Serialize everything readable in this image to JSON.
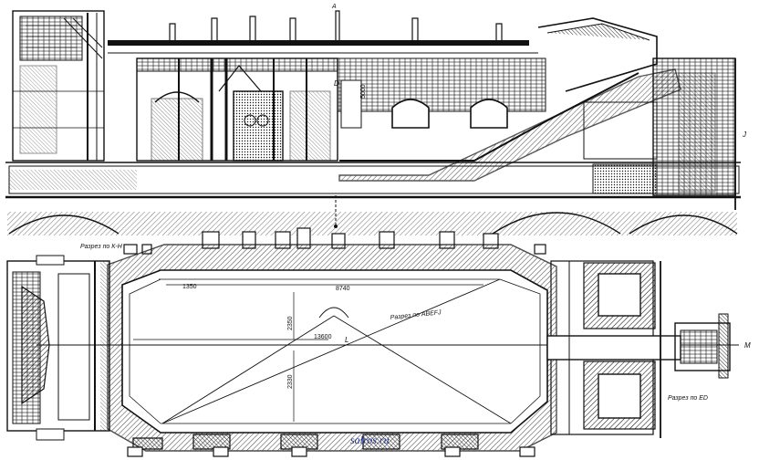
{
  "labels": {
    "section_kn": "Разрез по К-Н",
    "section_abefj": "Разрез по ABEFJ",
    "section_ed": "Разрез по ED",
    "letter_l": "L",
    "letter_m": "M",
    "letter_a": "A",
    "letter_j": "J",
    "letter_d": "D"
  },
  "dimensions": {
    "d1350": "1350",
    "d8740": "8740",
    "d13600": "13600",
    "d2350": "2350",
    "d2330": "2330",
    "d5000": "5000"
  },
  "watermark": "salros.ru",
  "colors": {
    "ink": "#111111",
    "watermark": "#1a2fb0",
    "paper": "#ffffff"
  }
}
